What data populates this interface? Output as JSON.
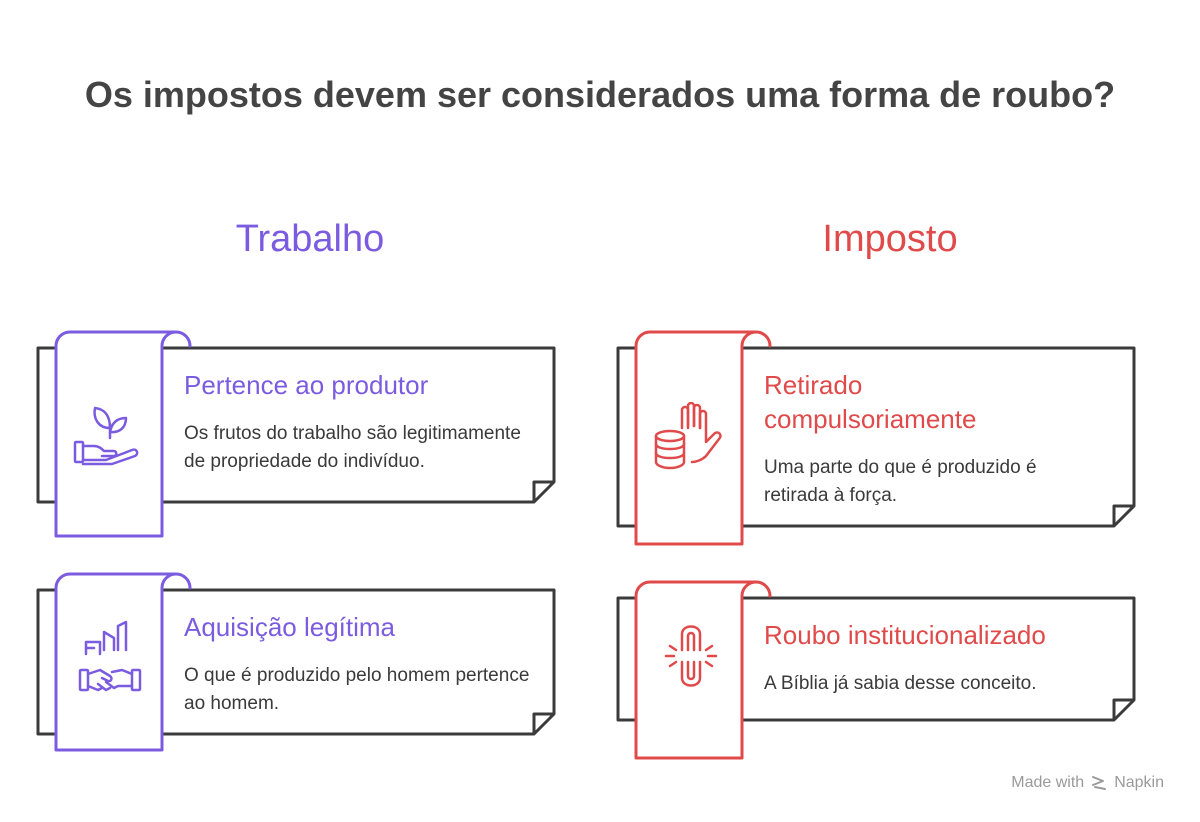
{
  "title": "Os impostos devem ser considerados uma forma de roubo?",
  "colors": {
    "trabalho": "#7B5CE0",
    "imposto": "#E04A4A",
    "text": "#3a3a3a",
    "frame": "#3b3b3b"
  },
  "columns": [
    {
      "title": "Trabalho",
      "items": [
        {
          "icon": "plant-hand-icon",
          "heading": "Pertence ao produtor",
          "body": "Os frutos do trabalho são legitimamente de propriedade do indivíduo."
        },
        {
          "icon": "handshake-building-icon",
          "heading": "Aquisição legítima",
          "body": "O que é produzido pelo homem pertence ao homem."
        }
      ]
    },
    {
      "title": "Imposto",
      "items": [
        {
          "icon": "coins-hand-icon",
          "heading": "Retirado compulsoriamente",
          "body": "Uma parte do que é produzido é retirada à força."
        },
        {
          "icon": "broken-chain-icon",
          "heading": "Roubo institucionalizado",
          "body": "A Bíblia já sabia desse conceito."
        }
      ]
    }
  ],
  "brand": {
    "made_with": "Made with",
    "name": "Napkin"
  }
}
